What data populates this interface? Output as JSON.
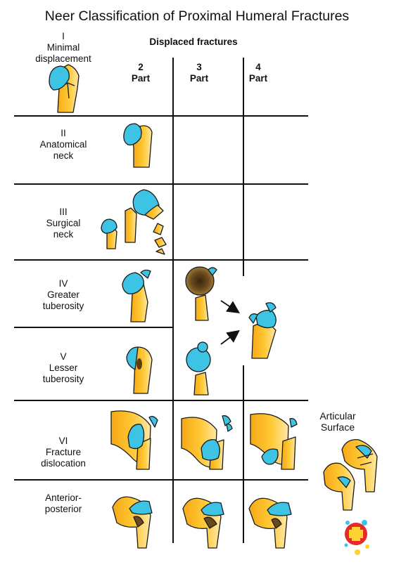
{
  "title": "Neer Classification of Proximal Humeral Fractures",
  "displaced_header": "Displaced fractures",
  "columns": [
    {
      "num": "2",
      "label": "Part"
    },
    {
      "num": "3",
      "label": "Part"
    },
    {
      "num": "4",
      "label": "Part"
    }
  ],
  "rows": [
    {
      "num": "I",
      "line1": "Minimal",
      "line2": "displacement"
    },
    {
      "num": "II",
      "line1": "Anatomical",
      "line2": "neck"
    },
    {
      "num": "III",
      "line1": "Surgical",
      "line2": "neck"
    },
    {
      "num": "IV",
      "line1": "Greater",
      "line2": "tuberosity"
    },
    {
      "num": "V",
      "line1": "Lesser",
      "line2": "tuberosity"
    },
    {
      "num": "VI",
      "line1": "Fracture",
      "line2": "dislocation"
    },
    {
      "num": "",
      "line1": "Anterior-",
      "line2": "posterior"
    }
  ],
  "side_label": {
    "line1": "Articular",
    "line2": "Surface"
  },
  "colors": {
    "bone": "#F9B81C",
    "cartilage": "#3DC3E3",
    "outline": "#1a1a1a",
    "hematoma": "#5C3D14",
    "logo_red": "#E62A2A"
  }
}
